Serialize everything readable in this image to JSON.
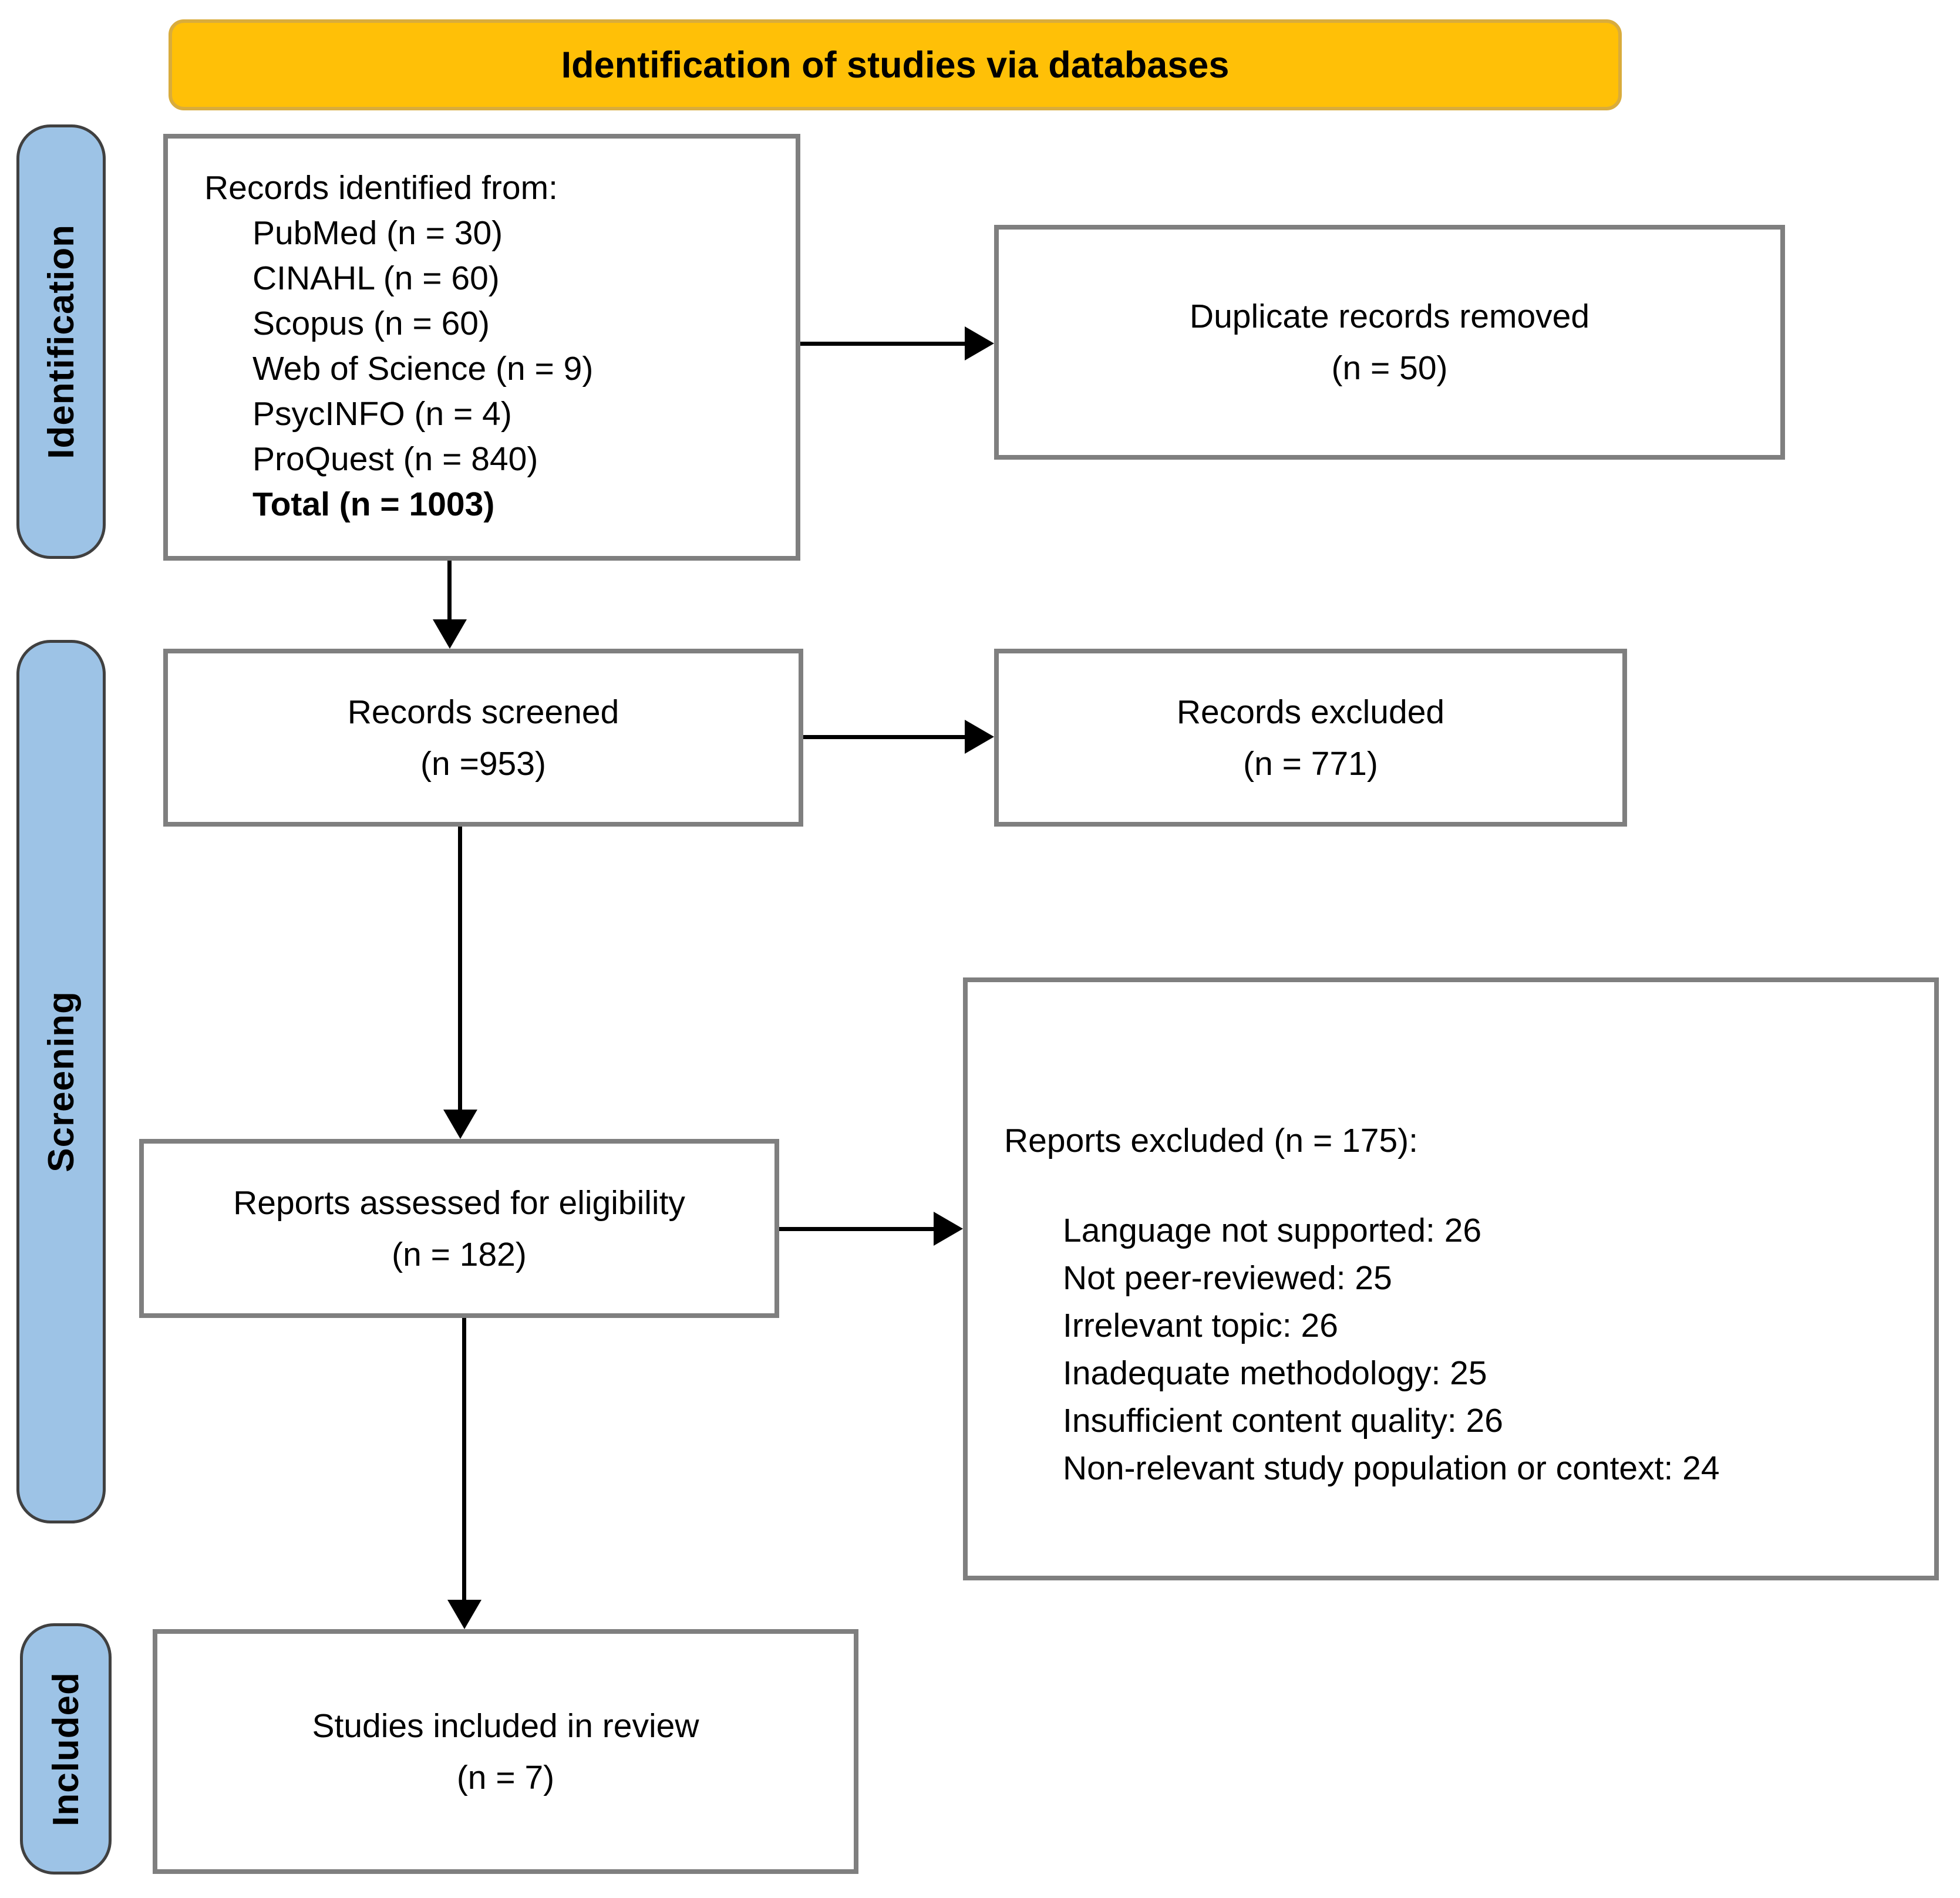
{
  "header": {
    "title": "Identification of studies via databases"
  },
  "sidebar": {
    "stages": [
      {
        "id": "identification",
        "label": "Identification"
      },
      {
        "id": "screening",
        "label": "Screening"
      },
      {
        "id": "included",
        "label": "Included"
      }
    ]
  },
  "boxes": {
    "records_identified": {
      "intro": "Records identified from:",
      "sources": [
        "PubMed (n = 30)",
        "CINAHL (n = 60)",
        "Scopus (n = 60)",
        "Web of Science (n = 9)",
        "PsycINFO (n = 4)",
        "ProQuest (n = 840)"
      ],
      "total": "Total (n = 1003)"
    },
    "duplicates_removed": {
      "line1": "Duplicate records removed",
      "line2": "(n = 50)"
    },
    "records_screened": {
      "line1": "Records screened",
      "line2": "(n =953)"
    },
    "records_excluded": {
      "line1": "Records excluded",
      "line2": "(n = 771)"
    },
    "reports_assessed": {
      "line1": "Reports assessed for eligibility",
      "line2": "(n = 182)"
    },
    "reports_excluded": {
      "heading": "Reports excluded (n = 175):",
      "reasons": [
        "Language not supported: 26",
        "Not peer-reviewed: 25",
        "Irrelevant topic: 26",
        "Inadequate methodology: 25",
        "Insufficient content quality: 26",
        "Non-relevant study population or context: 24"
      ]
    },
    "studies_included": {
      "line1": "Studies included in review",
      "line2": "(n = 7)"
    }
  },
  "colors": {
    "banner_bg": "#FFC007",
    "banner_border": "#D9AC3C",
    "stage_bg": "#9DC3E6",
    "stage_border": "#404040",
    "box_border": "#7F7F7F",
    "arrow": "#000000",
    "text": "#000000"
  }
}
